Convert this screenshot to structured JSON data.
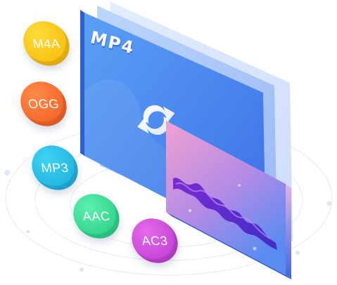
{
  "video_card": {
    "label": "MP4"
  },
  "formats": [
    {
      "label": "M4A",
      "color": "#f5b400"
    },
    {
      "label": "OGG",
      "color": "#f0581c"
    },
    {
      "label": "MP3",
      "color": "#16a8dc"
    },
    {
      "label": "AAC",
      "color": "#1ec87e"
    },
    {
      "label": "AC3",
      "color": "#b733cf"
    }
  ],
  "icons": {
    "convert": "convert-arrows-icon",
    "waveform": "audio-waveform-icon"
  },
  "colors": {
    "video_card": "#4a8cf0",
    "audio_card_top": "#e99ad6",
    "audio_card_bottom": "#5a8cf0"
  }
}
